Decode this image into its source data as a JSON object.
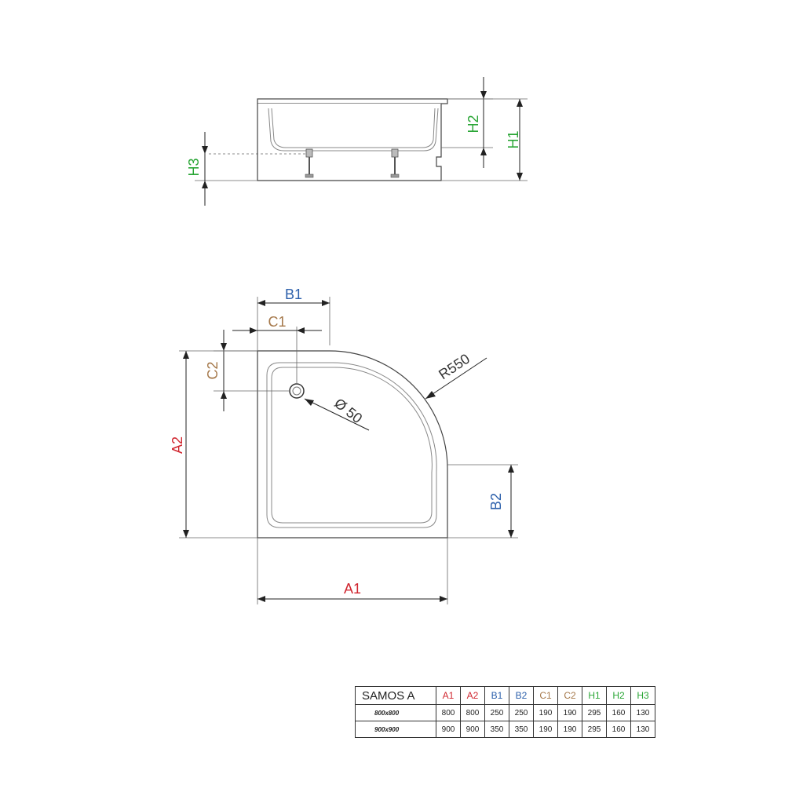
{
  "side_view": {
    "labels": {
      "h1": "H1",
      "h2": "H2",
      "h3": "H3"
    }
  },
  "top_view": {
    "labels": {
      "a1": "A1",
      "a2": "A2",
      "b1": "B1",
      "b2": "B2",
      "c1": "C1",
      "c2": "C2",
      "radius": "R550",
      "drain": "Ø 50"
    }
  },
  "spec_table": {
    "model": "SAMOS A",
    "headers": [
      {
        "label": "A1",
        "color": "#d0262f"
      },
      {
        "label": "A2",
        "color": "#d0262f"
      },
      {
        "label": "B1",
        "color": "#2b5fab"
      },
      {
        "label": "B2",
        "color": "#2b5fab"
      },
      {
        "label": "C1",
        "color": "#a5784a"
      },
      {
        "label": "C2",
        "color": "#a5784a"
      },
      {
        "label": "H1",
        "color": "#2aa636"
      },
      {
        "label": "H2",
        "color": "#2aa636"
      },
      {
        "label": "H3",
        "color": "#2aa636"
      }
    ],
    "rows": [
      {
        "size": "800x800",
        "values": [
          "800",
          "800",
          "250",
          "250",
          "190",
          "190",
          "295",
          "160",
          "130"
        ]
      },
      {
        "size": "900x900",
        "values": [
          "900",
          "900",
          "350",
          "350",
          "190",
          "190",
          "295",
          "160",
          "130"
        ]
      }
    ]
  },
  "colors": {
    "a": "#d0262f",
    "b": "#2b5fab",
    "c": "#a5784a",
    "h": "#2aa636"
  }
}
